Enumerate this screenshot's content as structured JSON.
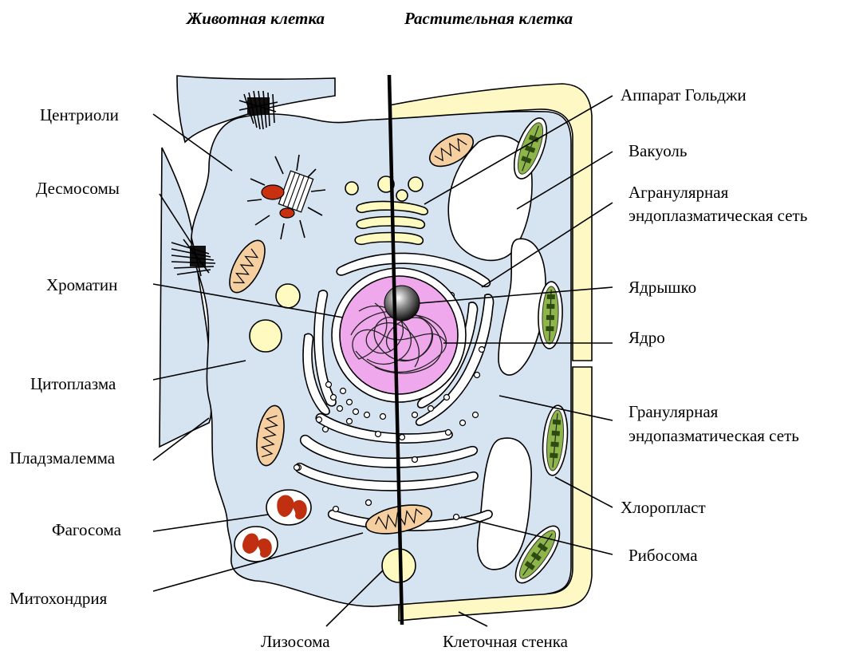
{
  "titles": {
    "animal": "Животная клетка",
    "plant": "Растительная клетка"
  },
  "labels": {
    "centrioles": "Центриоли",
    "desmosomes": "Десмосомы",
    "chromatin": "Хроматин",
    "cytoplasm": "Цитоплазма",
    "plasmalemma": "Пладзмалемма",
    "phagosome": "Фагосома",
    "mitochondrion": "Митохондрия",
    "lysosome": "Лизосома",
    "cell_wall": "Клеточная стенка",
    "golgi": "Аппарат Гольджи",
    "vacuole": "Вакуоль",
    "agranular_er_line1": "Агранулярная",
    "agranular_er_line2": "эндоплазматическая сеть",
    "nucleolus": "Ядрышко",
    "nucleus": "Ядро",
    "granular_er_line1": "Гранулярная",
    "granular_er_line2": "эндопазматическая сеть",
    "chloroplast": "Хлоропласт",
    "ribosome": "Рибосома"
  },
  "colors": {
    "cytoplasm": "#d6e4f2",
    "cell_wall": "#fdf8c4",
    "vesicle": "#fffbc0",
    "nucleus": "#f0a8ec",
    "mitochondria": "#f5cfa0",
    "phagosome_content": "#c03010",
    "chloroplast": "#8db54a",
    "divider": "#000000"
  }
}
